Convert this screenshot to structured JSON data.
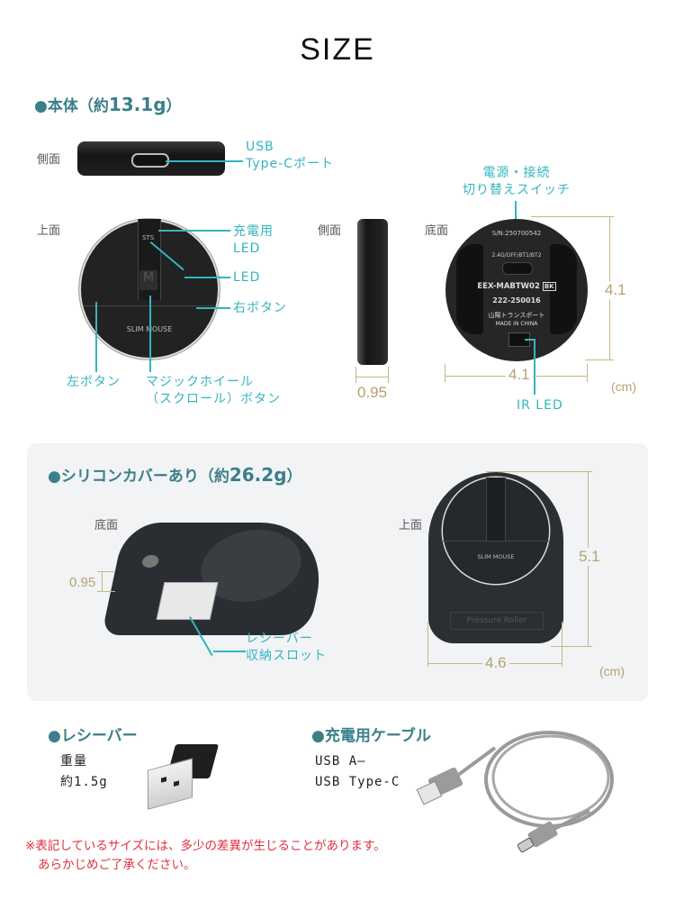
{
  "page": {
    "title": "SIZE"
  },
  "body_section": {
    "heading_prefix": "●本体（約",
    "heading_weight": "13.1g",
    "heading_suffix": "）",
    "views": {
      "side_top": "側面",
      "top": "上面",
      "side_right": "側面",
      "bottom": "底面"
    },
    "callouts": {
      "usb_port_1": "USB",
      "usb_port_2": "Type-Cポート",
      "charge_led_1": "充電用",
      "charge_led_2": "LED",
      "led": "LED",
      "right_button": "右ボタン",
      "left_button": "左ボタン",
      "magic_wheel_1": "マジックホイール",
      "magic_wheel_2": "（スクロール）ボタン",
      "switch_1": "電源・接続",
      "switch_2": "切り替えスイッチ",
      "ir_led": "IR LED"
    },
    "dimensions": {
      "thickness": "0.95",
      "height": "4.1",
      "width": "4.1",
      "unit": "(cm)"
    },
    "device_text": {
      "sts": "STS",
      "slim_mouse": "SLIM MOUSE",
      "serial": "S/N:250700542",
      "switch_modes": "2.4G/OFF/BT1/BT2",
      "model": "EEX-MABTW02",
      "model_color": "BK",
      "cert": "222-250016",
      "maker": "山陽トランスポート",
      "origin": "MADE IN CHINA"
    }
  },
  "cover_section": {
    "heading_prefix": "●シリコンカバーあり（約",
    "heading_weight": "26.2g",
    "heading_suffix": "）",
    "views": {
      "bottom": "底面",
      "top": "上面"
    },
    "callouts": {
      "slot_1": "レシーバー",
      "slot_2": "収納スロット"
    },
    "dimensions": {
      "thickness": "0.95",
      "height": "5.1",
      "width": "4.6",
      "unit": "(cm)"
    },
    "device_text": {
      "pressure": "Pressure Roller",
      "slim_mouse": "SLIM MOUSE"
    }
  },
  "receiver": {
    "heading": "●レシーバー",
    "weight_label": "重量",
    "weight_value": "約1.5g"
  },
  "cable": {
    "heading": "●充電用ケーブル",
    "spec_1": "USB A—",
    "spec_2": "USB Type-C"
  },
  "notes": {
    "line_1": "※表記しているサイズには、多少の差異が生じることがあります。",
    "line_2": "あらかじめご了承ください。"
  },
  "colors": {
    "teal_heading": "#3a7f89",
    "callout": "#33b5c0",
    "dimension": "#b8a070",
    "note": "#e03040",
    "panel_bg": "#f1f3f5"
  }
}
